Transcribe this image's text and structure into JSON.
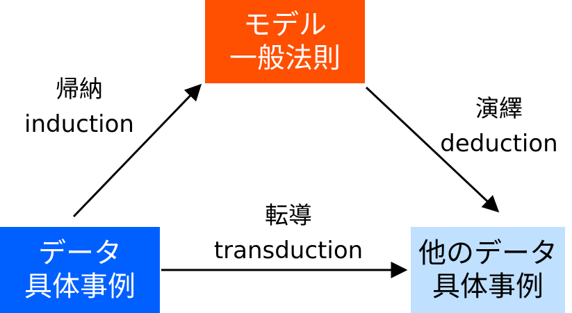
{
  "nodes": {
    "model": {
      "line1": "モデル",
      "line2": "一般法則",
      "color": "#ff4f00",
      "text_color": "#ffffff"
    },
    "data": {
      "line1": "データ",
      "line2": "具体事例",
      "color": "#0060ff",
      "text_color": "#ffffff"
    },
    "other_data": {
      "line1": "他のデータ",
      "line2": "具体事例",
      "color": "#bfe0ff",
      "text_color": "#000000"
    }
  },
  "edges": {
    "induction": {
      "jp": "帰納",
      "en": "induction"
    },
    "deduction": {
      "jp": "演繹",
      "en": "deduction"
    },
    "transduction": {
      "jp": "転導",
      "en": "transduction"
    }
  }
}
